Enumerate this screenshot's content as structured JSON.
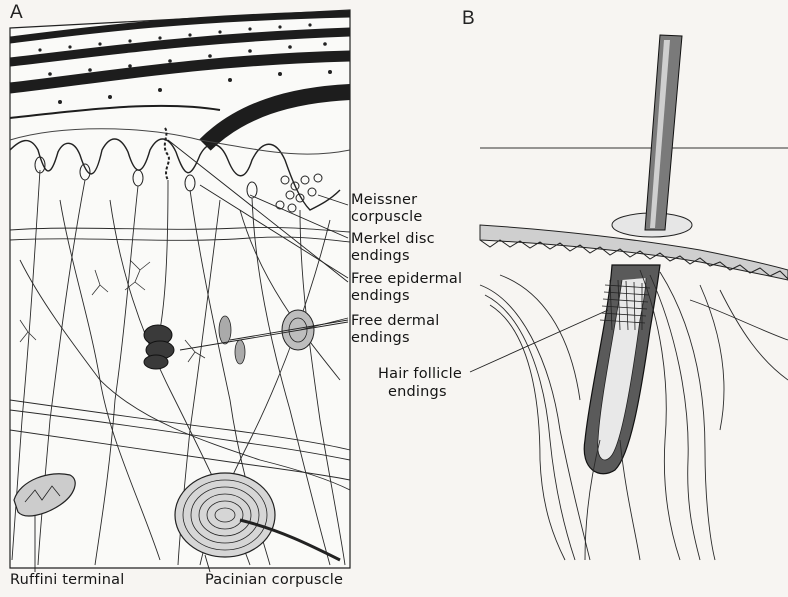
{
  "panels": {
    "a": "A",
    "b": "B"
  },
  "labels": {
    "meissner_1": "Meissner",
    "meissner_2": "corpuscle",
    "merkel_1": "Merkel disc",
    "merkel_2": "endings",
    "free_epidermal_1": "Free epidermal",
    "free_epidermal_2": "endings",
    "free_dermal_1": "Free dermal",
    "free_dermal_2": "endings",
    "hair_follicle_1": "Hair follicle",
    "hair_follicle_2": "endings",
    "ruffini": "Ruffini terminal",
    "pacinian": "Pacinian corpuscle"
  },
  "colors": {
    "ink": "#1a1a1a",
    "paper": "#f7f5f2"
  }
}
